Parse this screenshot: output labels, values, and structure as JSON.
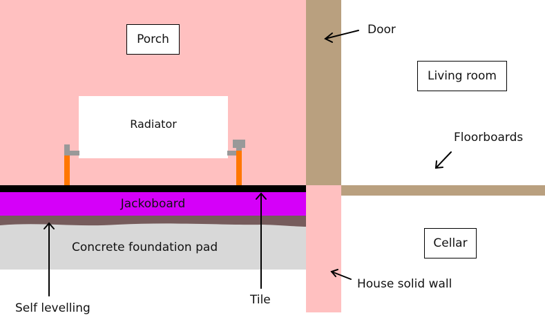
{
  "title": "Porch floor cross-section diagram",
  "colors": {
    "porch": "#ffc0c0",
    "door": "#b9a07f",
    "floorboards": "#b9a07f",
    "tile": "#000000",
    "jackoboard": "#d500f9",
    "self_levelling": "#765c5c",
    "concrete": "#d8d8d8",
    "house_wall": "#ffc0c0",
    "pipe": "#ff7700",
    "valve": "#999999",
    "radiator": "#ffffff"
  },
  "rooms": {
    "porch": "Porch",
    "living_room": "Living room",
    "cellar": "Cellar"
  },
  "components": {
    "radiator": "Radiator",
    "jackoboard": "Jackoboard",
    "concrete": "Concrete foundation pad"
  },
  "annotations": {
    "door": "Door",
    "floorboards": "Floorboards",
    "house_wall": "House solid wall",
    "self_levelling": "Self levelling",
    "tile": "Tile"
  }
}
